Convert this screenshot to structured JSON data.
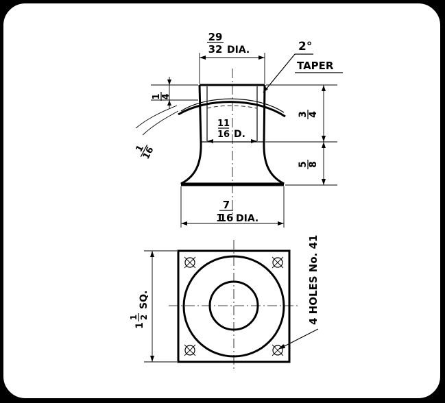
{
  "labels": {
    "top_dia_num": "29",
    "top_dia_den": "32",
    "top_dia_unit": "DIA.",
    "taper_angle": "2°",
    "taper_word": "TAPER",
    "left_num": "1",
    "left_den": "4",
    "right_upper_num": "3",
    "right_upper_den": "4",
    "right_lower_num": "5",
    "right_lower_den": "8",
    "bore_num": "11",
    "bore_den": "16",
    "bore_unit": "D.",
    "wall_num": "1",
    "wall_den": "16",
    "bottom_dia_whole": "1",
    "bottom_dia_num": "7",
    "bottom_dia_den": "16",
    "bottom_dia_unit": "DIA.",
    "square_whole": "1",
    "square_num": "1",
    "square_den": "2",
    "square_unit": "SQ.",
    "holes_note": "4 HOLES No. 41"
  }
}
